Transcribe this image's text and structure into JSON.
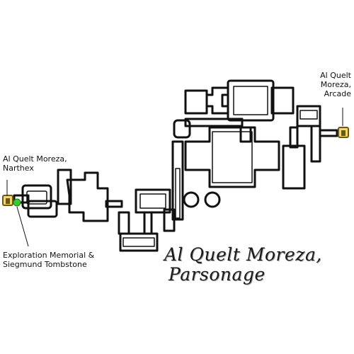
{
  "map": {
    "title_line1": "Al Quelt Moreza,",
    "title_line2": "Parsonage",
    "exits": [
      {
        "id": "narthex",
        "line1": "Al Quelt Moreza,",
        "line2": "Narthex"
      },
      {
        "id": "arcade",
        "line1": "Al Quelt",
        "line2": "Moreza,",
        "line3": "Arcade"
      }
    ],
    "points": [
      {
        "id": "memorial",
        "line1": "Exploration Memorial &",
        "line2": "Siegmund Tombstone"
      }
    ],
    "colors": {
      "wall": "#111111",
      "floor": "#ffffff",
      "door_fill": "#f5d76e",
      "door_stroke": "#6b5a12",
      "memorial": "#33cc33"
    },
    "icons": [
      "door-icon",
      "memorial-icon"
    ]
  }
}
